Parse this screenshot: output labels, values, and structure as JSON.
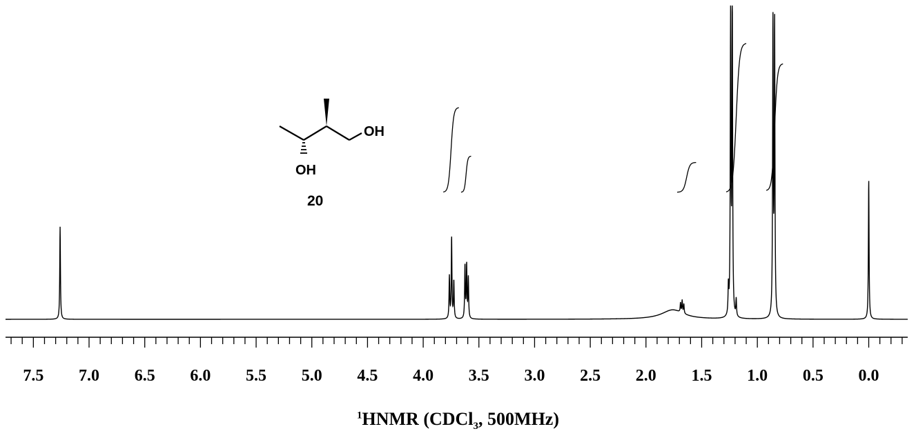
{
  "chart_data": {
    "type": "line",
    "title_parts": {
      "sup": "1",
      "main": "HNMR (CDCl",
      "sub": "3",
      "tail": ", 500MHz)"
    },
    "xlabel": "",
    "ylabel": "",
    "x_unit": "ppm",
    "x_reversed": true,
    "xlim": [
      7.75,
      -0.35
    ],
    "ticks": [
      "7.5",
      "7.0",
      "6.5",
      "6.0",
      "5.5",
      "5.0",
      "4.5",
      "4.0",
      "3.5",
      "3.0",
      "2.5",
      "2.0",
      "1.5",
      "1.0",
      "0.5",
      "0.0"
    ],
    "tick_values": [
      7.5,
      7.0,
      6.5,
      6.0,
      5.5,
      5.0,
      4.5,
      4.0,
      3.5,
      3.0,
      2.5,
      2.0,
      1.5,
      1.0,
      0.5,
      0.0
    ],
    "minor_tick_step": 0.1,
    "grid": false,
    "peaks": [
      {
        "ppm": 7.26,
        "height": 0.295
      },
      {
        "ppm": 3.765,
        "height": 0.135
      },
      {
        "ppm": 3.745,
        "height": 0.26
      },
      {
        "ppm": 3.725,
        "height": 0.12
      },
      {
        "ppm": 3.625,
        "height": 0.17
      },
      {
        "ppm": 3.61,
        "height": 0.17
      },
      {
        "ppm": 3.595,
        "height": 0.13
      },
      {
        "ppm": 1.69,
        "height": 0.03
      },
      {
        "ppm": 1.675,
        "height": 0.04
      },
      {
        "ppm": 1.66,
        "height": 0.03
      },
      {
        "ppm": 1.26,
        "height": 0.09
      },
      {
        "ppm": 1.24,
        "height": 1.0
      },
      {
        "ppm": 1.225,
        "height": 0.99
      },
      {
        "ppm": 1.19,
        "height": 0.055
      },
      {
        "ppm": 0.86,
        "height": 0.94
      },
      {
        "ppm": 0.845,
        "height": 0.93
      },
      {
        "ppm": 0.0,
        "height": 0.445
      }
    ],
    "broad_peaks": [
      {
        "ppm": 1.76,
        "height": 0.03,
        "width": 0.12
      }
    ],
    "integral_curves": [
      {
        "from": 3.82,
        "to": 3.68,
        "low": 0.405,
        "high": 0.675
      },
      {
        "from": 3.66,
        "to": 3.57,
        "low": 0.405,
        "high": 0.52
      },
      {
        "from": 1.72,
        "to": 1.55,
        "low": 0.405,
        "high": 0.5
      },
      {
        "from": 1.28,
        "to": 1.1,
        "low": 0.405,
        "high": 0.88
      },
      {
        "from": 0.92,
        "to": 0.77,
        "low": 0.41,
        "high": 0.815
      }
    ]
  },
  "structure": {
    "oh_top": "OH",
    "oh_bottom": "OH",
    "compound_number": "20"
  }
}
